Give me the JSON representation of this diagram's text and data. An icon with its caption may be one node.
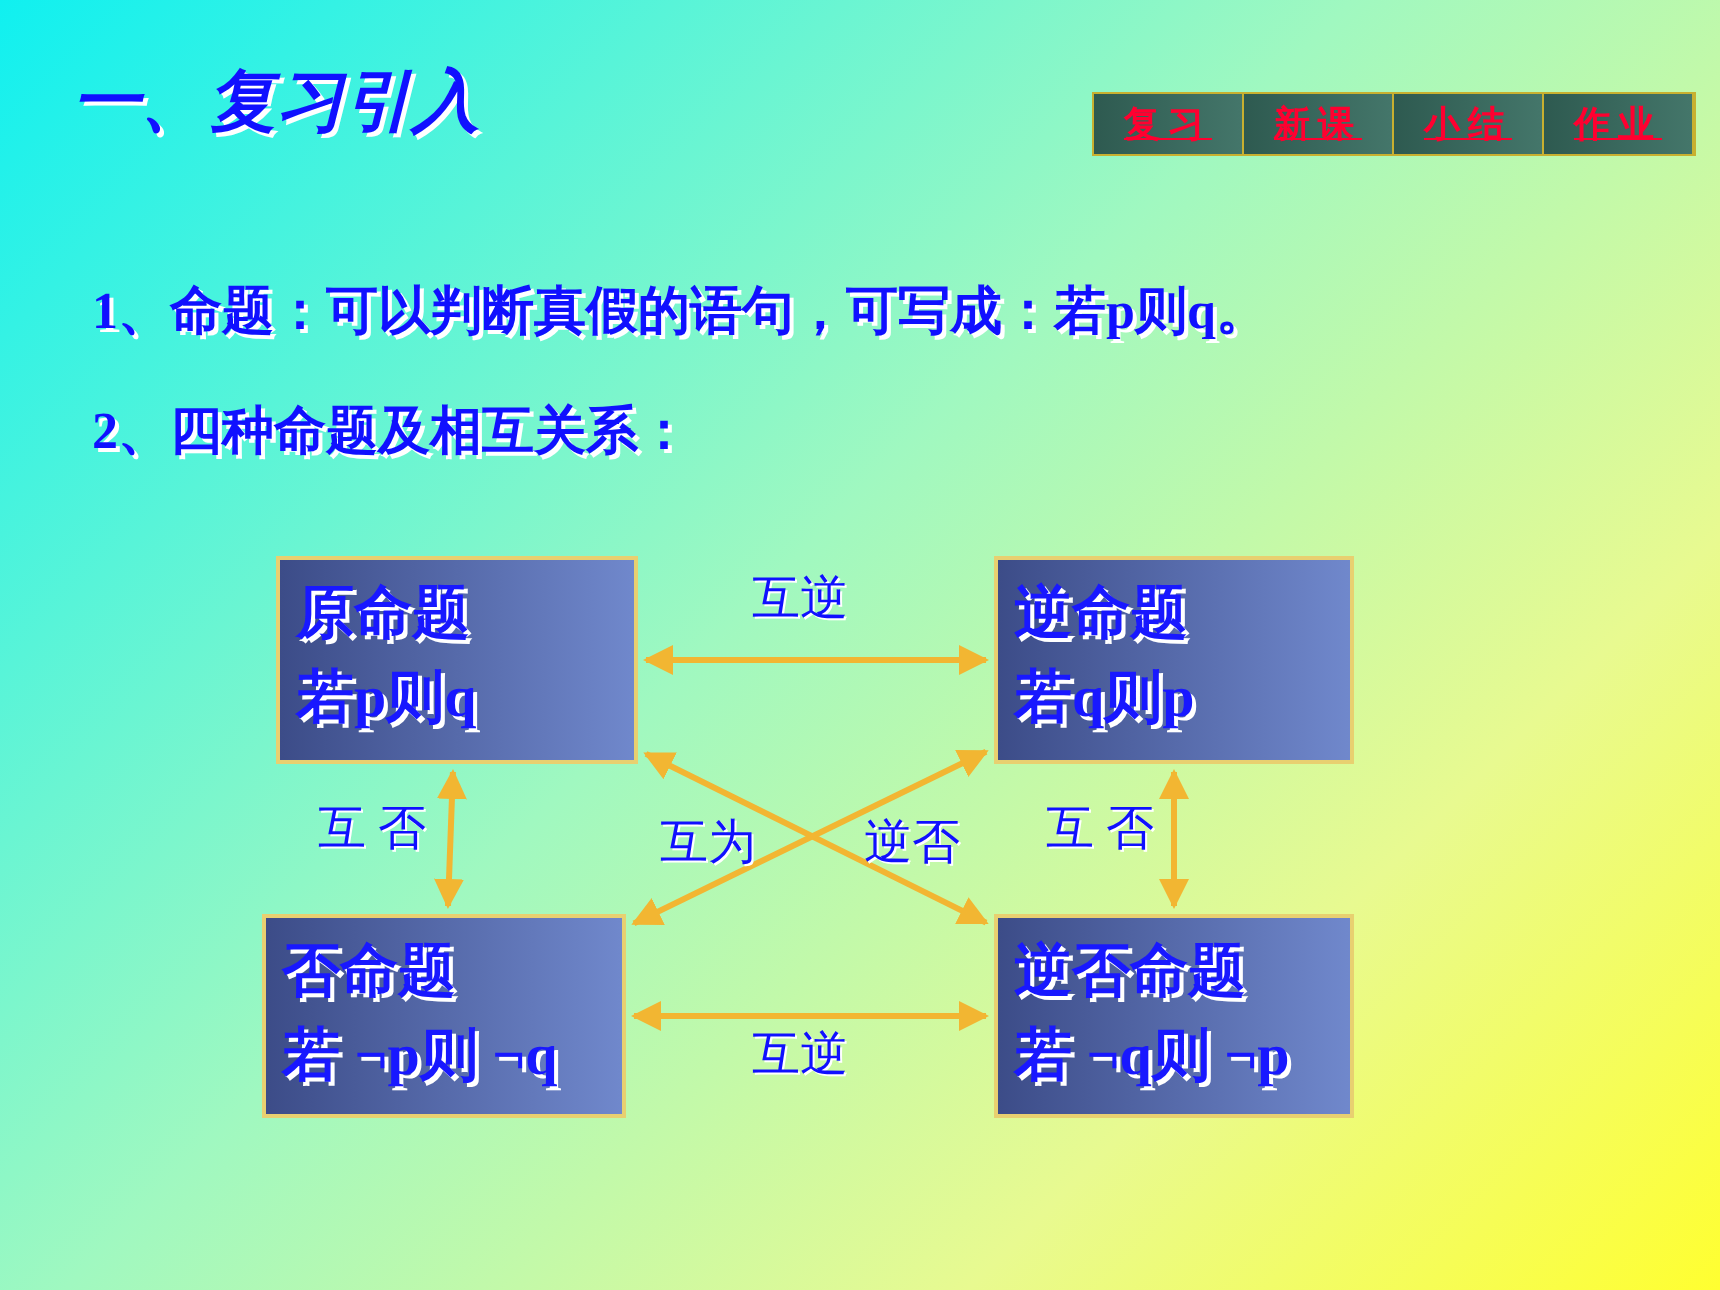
{
  "diagram": {
    "title": "一、复习引入",
    "nodes": [
      {
        "text": [
          "原命题",
          "若p则q"
        ]
      },
      {
        "text": [
          "逆命题",
          "若q则p"
        ]
      },
      {
        "text": [
          "否命题",
          "若 ¬p则 ¬q"
        ]
      },
      {
        "text": [
          "逆否命题",
          "若 ¬q则 ¬p"
        ]
      }
    ],
    "edges": [
      {
        "from": 0,
        "to": 1,
        "arrow": "both",
        "label": "互逆"
      },
      {
        "from": 0,
        "to": 2,
        "arrow": "both",
        "label": "互 否"
      },
      {
        "from": 1,
        "to": 3,
        "arrow": "both",
        "label": "互 否"
      },
      {
        "from": 0,
        "to": 3,
        "arrow": "both"
      },
      {
        "from": 1,
        "to": 2,
        "arrow": "both"
      },
      {
        "from": 2,
        "to": 3,
        "arrow": "both",
        "label": "互逆"
      }
    ],
    "labels": [
      "复习",
      "新课",
      "小结",
      "作业",
      "1、命题：可以判断真假的语句，可写成：若p则q。",
      "2、四种命题及相互关系：",
      "互为",
      "逆否"
    ]
  }
}
